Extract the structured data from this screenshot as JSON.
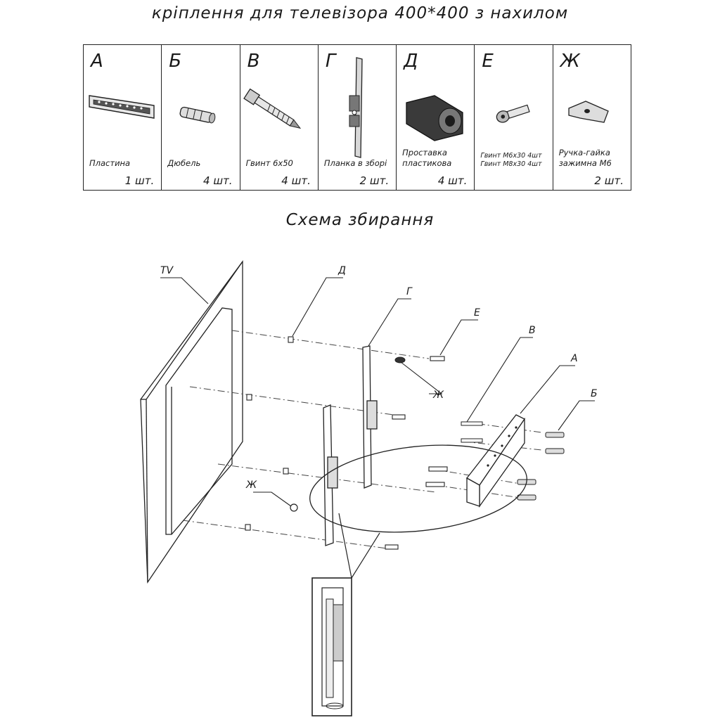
{
  "title": "кріплення для телевізора 400*400 з нахилом",
  "parts": [
    {
      "letter": "А",
      "name": "Пластина",
      "qty": "1 шт.",
      "icon": "plate-icon"
    },
    {
      "letter": "Б",
      "name": "Дюбель",
      "qty": "4 шт.",
      "icon": "dowel-icon"
    },
    {
      "letter": "В",
      "name": "Гвинт 6х50",
      "qty": "4 шт.",
      "icon": "screw-icon"
    },
    {
      "letter": "Г",
      "name": "Планка в зборі",
      "qty": "2 шт.",
      "icon": "bracket-icon"
    },
    {
      "letter": "Д",
      "name": "Проставка пластикова",
      "qty": "4 шт.",
      "icon": "spacer-icon"
    },
    {
      "letter": "Е",
      "name_lines": [
        "Гвинт М6х30  4шт",
        "Гвинт М8х30 4шт"
      ],
      "qty": "",
      "icon": "bolt-icon"
    },
    {
      "letter": "Ж",
      "name": "Ручка-гайка зажимна М6",
      "qty": "2 шт.",
      "icon": "wing-nut-icon"
    }
  ],
  "scheme_title": "Схема збирання",
  "labels": {
    "tv": "TV",
    "d": "Д",
    "g": "Г",
    "e": "Е",
    "v": "В",
    "a": "А",
    "b": "Б",
    "zh1": "Ж",
    "zh2": "Ж"
  }
}
